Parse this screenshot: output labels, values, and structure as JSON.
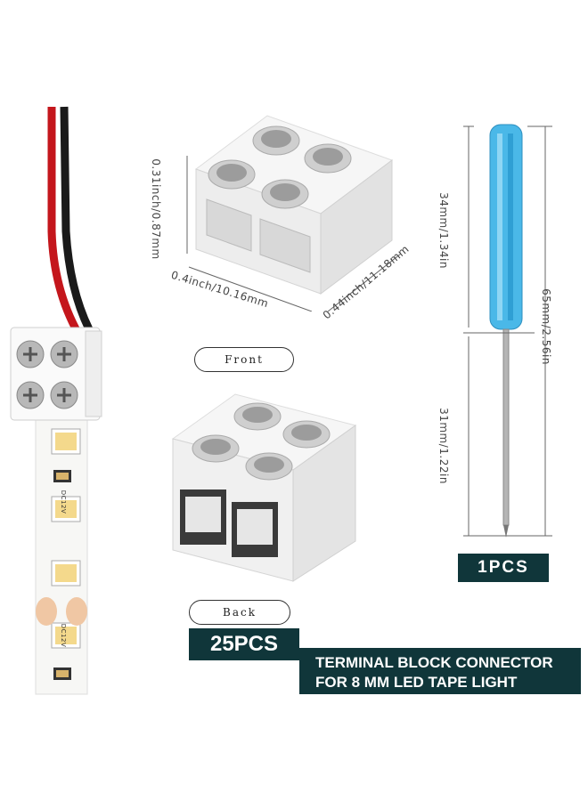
{
  "dimensions": {
    "height_label": "0.31inch/0.87mm",
    "width_label": "0.4inch/10.16mm",
    "depth_label": "0.44inch/11.18mm",
    "handle_label": "34mm/1.34in",
    "total_label": "65mm/2.56in",
    "shaft_label": "31mm/1.22in"
  },
  "views": {
    "front_label": "Front",
    "back_label": "Back"
  },
  "badges": {
    "connectors_count": "25PCS",
    "screwdriver_count": "1PCS"
  },
  "title": {
    "line1": "TERMINAL BLOCK CONNECTOR",
    "line2": "FOR  8  MM LED TAPE LIGHT"
  },
  "strip": {
    "voltage_label_1": "DC12V",
    "voltage_label_2": "DC12V"
  },
  "colors": {
    "badge_bg": "#10363a",
    "wire_red": "#c4161c",
    "wire_black": "#1a1a1a",
    "screwdriver_blue": "#4ab8e8"
  }
}
